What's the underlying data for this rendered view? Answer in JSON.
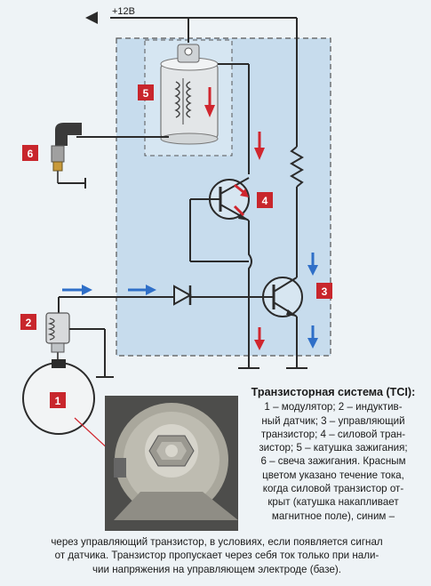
{
  "supply_label": "+12В",
  "components": [
    {
      "number": "1",
      "color": "#c8262c"
    },
    {
      "number": "2",
      "color": "#c8262c"
    },
    {
      "number": "3",
      "color": "#c8262c"
    },
    {
      "number": "4",
      "color": "#c8262c"
    },
    {
      "number": "5",
      "color": "#c8262c"
    },
    {
      "number": "6",
      "color": "#c8262c"
    }
  ],
  "colors": {
    "panel_fill": "#c7dced",
    "wire": "#2b2b2b",
    "red_arrow": "#d0262e",
    "blue_arrow": "#2f6fc8"
  },
  "caption": {
    "title": "Транзисторная система (TCI):",
    "body_lines": [
      "1 – модулятор; 2 – индуктив-",
      "ный датчик; 3 – управляющий",
      "транзистор; 4 – силовой тран-",
      "зистор; 5 – катушка зажигания;",
      "6 – свеча зажигания. Красным",
      "цветом указано течение тока,",
      "когда силовой транзистор от-",
      "крыт (катушка накапливает",
      "магнитное поле), синим –"
    ],
    "tail_lines": [
      "через управляющий транзистор, в условиях, если появляется сигнал",
      "от датчика. Транзистор пропускает через себя ток только при нали-",
      "чии напряжения на управляющем электроде (базе)."
    ]
  }
}
